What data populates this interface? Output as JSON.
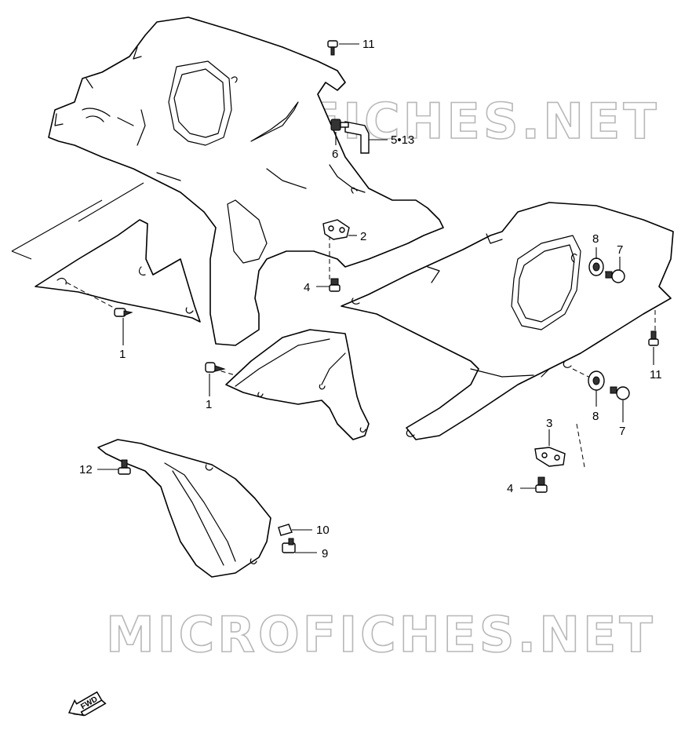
{
  "watermarks": [
    "MICROFICHES.NET",
    "MICROFICHES.NET"
  ],
  "callouts": {
    "p1a": "1",
    "p1b": "1",
    "p2": "2",
    "p3": "3",
    "p4a": "4",
    "p4b": "4",
    "p5_13": "5•13",
    "p6": "6",
    "p7a": "7",
    "p7b": "7",
    "p8a": "8",
    "p8b": "8",
    "p9": "9",
    "p10": "10",
    "p11a": "11",
    "p11b": "11",
    "p12": "12"
  },
  "direction_indicator": {
    "label": "FWD",
    "icon": "fwd-arrow-icon"
  }
}
